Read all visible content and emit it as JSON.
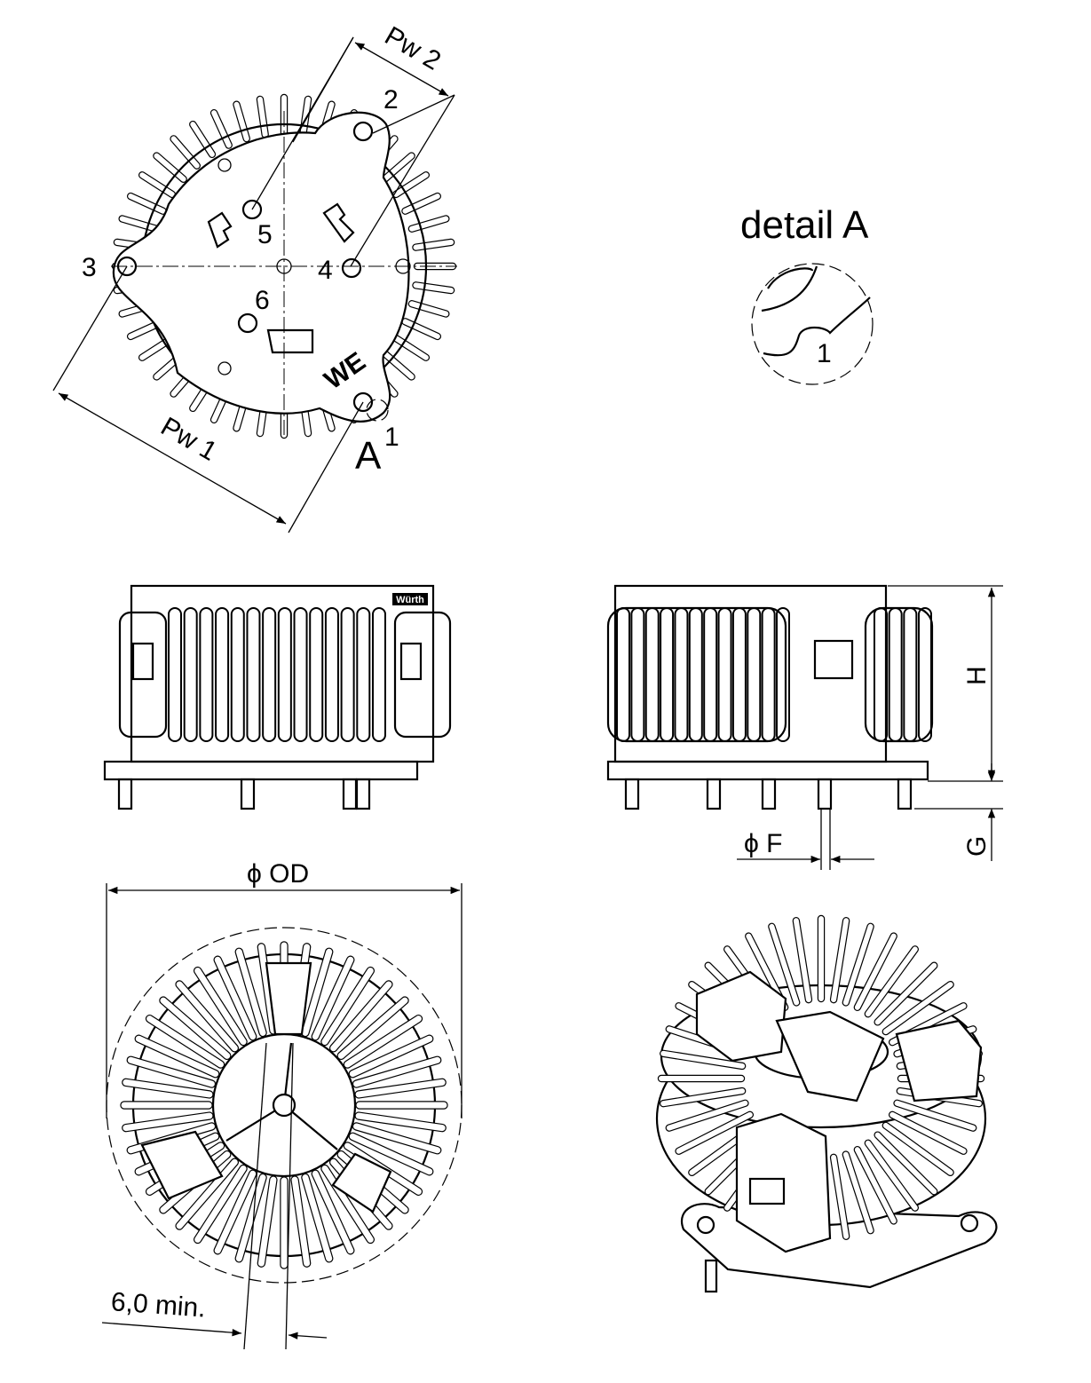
{
  "top_view": {
    "pw2_label": "Pw 2",
    "pw1_label": "Pw 1",
    "pin_labels": [
      "1",
      "2",
      "3",
      "4",
      "5",
      "6"
    ],
    "detail_marker": "A",
    "logo": "WE"
  },
  "detail": {
    "title": "detail A",
    "pin_label": "1"
  },
  "side_view": {
    "h_label": "H",
    "g_label": "G",
    "f_label": "ϕ F",
    "brand_label": "Würth"
  },
  "bottom_view": {
    "od_label": "ϕ OD",
    "min_label": "6,0  min."
  }
}
